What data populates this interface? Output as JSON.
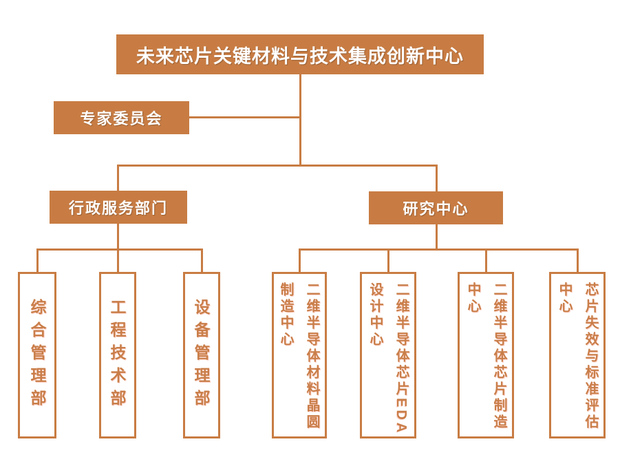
{
  "colors": {
    "accent_orange": "#C87C43",
    "box_text_orange": "#C97E49",
    "box_label_white": "#ffffff",
    "background": "#ffffff"
  },
  "root": {
    "label": "未来芯片关键材料与技术集成创新中心"
  },
  "expert_committee": {
    "label": "专家委员会"
  },
  "branches": {
    "admin": {
      "label": "行政服务部门",
      "children": [
        {
          "label": "综合管理部"
        },
        {
          "label": "工程技术部"
        },
        {
          "label": "设备管理部"
        }
      ]
    },
    "research": {
      "label": "研究中心",
      "children": [
        {
          "label": "二维半导体材料晶圆制造中心",
          "columns": [
            "二维半导体材料晶圆",
            "制造中心"
          ]
        },
        {
          "label": "二维半导体芯片EDA设计中心",
          "columns": [
            "二维半导体芯片EDA",
            "设计中心"
          ]
        },
        {
          "label": "二维半导体芯片制造中心",
          "columns": [
            "二维半导体芯片制造",
            "中心"
          ]
        },
        {
          "label": "芯片失效与标准评估中心",
          "columns": [
            "芯片失效与标准评估",
            "中心"
          ]
        }
      ]
    }
  }
}
